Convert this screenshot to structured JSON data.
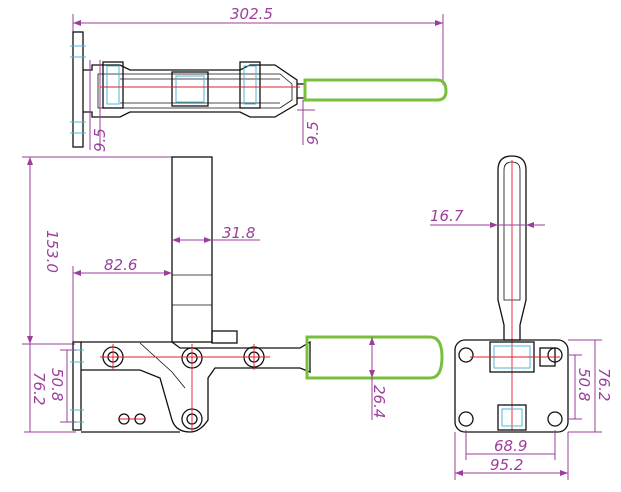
{
  "drawing": {
    "colors": {
      "dimension": "#9b3f9b",
      "outline": "#111111",
      "centerline": "#e0202a",
      "hidden": "#48b8d8",
      "handle_grip": "#78c03c"
    },
    "dimensions": {
      "overall_length": "302.5",
      "top_base_thickness": "9.5",
      "top_handle_thickness": "9.5",
      "height": "153.0",
      "bar_width": "31.8",
      "bar_offset": "82.6",
      "base_hole_span": "50.8",
      "base_height": "76.2",
      "handle_height": "26.4",
      "handle_width": "16.7",
      "side_hole_v": "50.8",
      "side_height": "76.2",
      "side_hole_h": "68.9",
      "side_width": "95.2"
    }
  }
}
